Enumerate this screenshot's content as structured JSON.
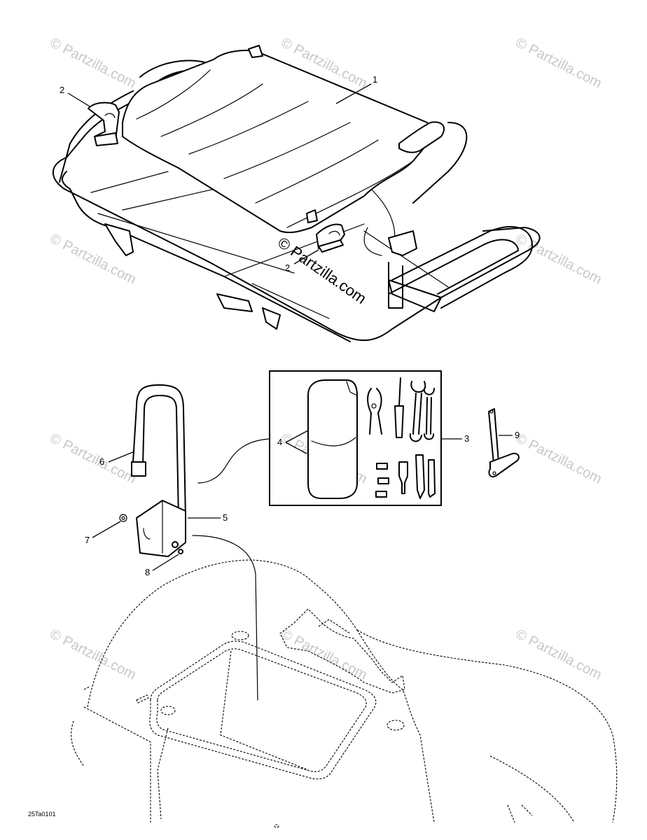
{
  "drawing_code": "25Ta0101",
  "watermark": "© Partzilla.com",
  "center_watermark": "© Partzilla.com",
  "callouts": {
    "c1": "1",
    "c2a": "2",
    "c2b": "2",
    "c3": "3",
    "c4": "4",
    "c5": "5",
    "c6": "6",
    "c7": "7",
    "c8": "8",
    "c9": "9"
  }
}
